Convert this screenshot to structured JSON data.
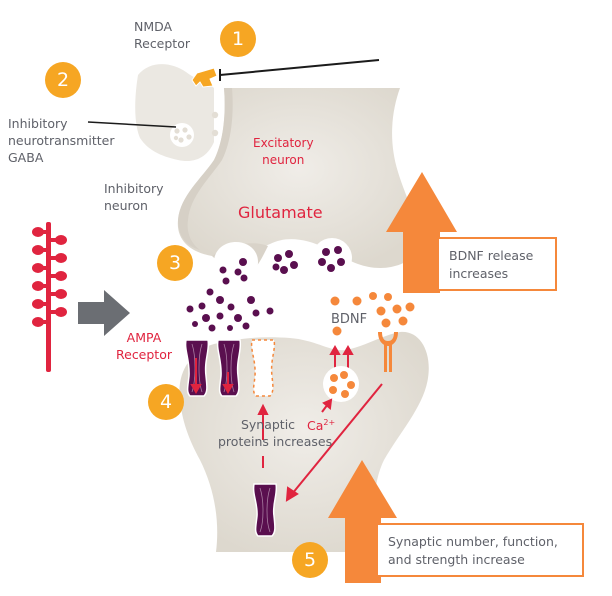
{
  "colors": {
    "neuron_fill": "#e6e2da",
    "neuron_shadow": "#d4cec4",
    "glutamate": "#5a0f4f",
    "bdnf": "#f5883b",
    "badge": "#f6a623",
    "signal_red": "#e0243f",
    "arrow_gray": "#6b6e73",
    "text_gray": "#5f6169"
  },
  "labels": {
    "nmda_receptor": [
      "NMDA",
      "Receptor"
    ],
    "inhibitory_neurotransmitter": [
      "Inhibitory",
      "neurotransmitter",
      "GABA"
    ],
    "inhibitory_neuron": [
      "Inhibitory",
      "neuron"
    ],
    "excitatory_neuron": [
      "Excitatory",
      "neuron"
    ],
    "glutamate": "Glutamate",
    "ampa_receptor": [
      "AMPA",
      "Receptor"
    ],
    "bdnf": "BDNF",
    "calcium": "Ca",
    "calcium_charge": "2+",
    "synaptic_proteins": [
      "Synaptic",
      "proteins increases"
    ]
  },
  "steps": [
    {
      "number": "1"
    },
    {
      "number": "2"
    },
    {
      "number": "3"
    },
    {
      "number": "4"
    },
    {
      "number": "5"
    }
  ],
  "callouts": {
    "bdnf_release": [
      "BDNF release",
      "increases"
    ],
    "synaptic_increase": [
      "Synaptic number, function,",
      "and strength increase"
    ]
  }
}
